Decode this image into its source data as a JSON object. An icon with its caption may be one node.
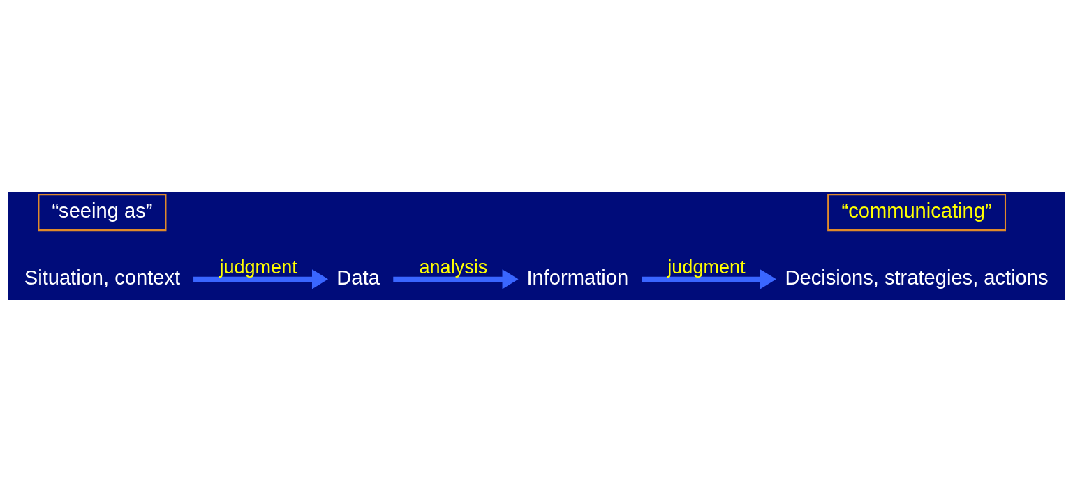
{
  "diagram": {
    "nodes": [
      {
        "text": [
          "Situation, context"
        ]
      },
      {
        "text": [
          "Data"
        ]
      },
      {
        "text": [
          "Information"
        ]
      },
      {
        "text": [
          "Decisions, strategies, actions"
        ]
      },
      {
        "text": [
          "“seeing as”"
        ]
      },
      {
        "text": [
          "“communicating”"
        ]
      }
    ],
    "edges": [
      {
        "from": 0,
        "to": 1,
        "arrow": "to",
        "label": "judgment"
      },
      {
        "from": 1,
        "to": 2,
        "arrow": "to",
        "label": "analysis"
      },
      {
        "from": 2,
        "to": 3,
        "arrow": "to",
        "label": "judgment"
      }
    ]
  }
}
